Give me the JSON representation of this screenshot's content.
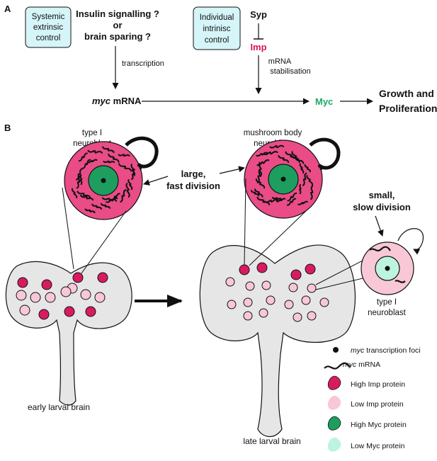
{
  "panel_a": {
    "label": "A",
    "systemic_box": [
      "Systemic",
      "extrinsic",
      "control"
    ],
    "question": [
      "Insulin signalling ?",
      "or",
      "brain sparing ?"
    ],
    "transcription_label": "transcription",
    "myc_mrna": {
      "italic": "myc",
      "rest": " mRNA"
    },
    "individual_box": [
      "Individual",
      "intrinisc",
      "control"
    ],
    "syp": "Syp",
    "imp": "Imp",
    "stabilisation_label": [
      "mRNA",
      "stabilisation"
    ],
    "myc_protein": "Myc",
    "outcome": [
      "Growth and",
      "Proliferation"
    ]
  },
  "panel_b": {
    "label": "B",
    "nb_type1_top": [
      "type I",
      "neuroblast"
    ],
    "nb_mushroom": [
      "mushroom body",
      "neuroblast"
    ],
    "large_division": [
      "large,",
      "fast division"
    ],
    "small_division": [
      "small,",
      "slow division"
    ],
    "nb_type1_small": [
      "type I",
      "neuroblast"
    ],
    "early_brain": "early larval brain",
    "late_brain": "late larval brain"
  },
  "legend": {
    "foci": {
      "italic": "myc",
      "rest": " transcription foci"
    },
    "mrna": {
      "italic": "myc",
      "rest": " mRNA"
    },
    "high_imp": "High Imp protein",
    "low_imp": "Low Imp protein",
    "high_myc": "High Myc protein",
    "low_myc": "Low Myc protein"
  },
  "colors": {
    "control_box": "#d5f5f8",
    "imp_text": "#d6145f",
    "myc_text": "#1fa866",
    "high_imp": "#d81b60",
    "low_imp": "#f8c8d6",
    "big_cell_pink": "#e94c86",
    "high_myc": "#1e9e5e",
    "low_myc": "#bdf4df",
    "brain_fill": "#e6e6e6"
  }
}
